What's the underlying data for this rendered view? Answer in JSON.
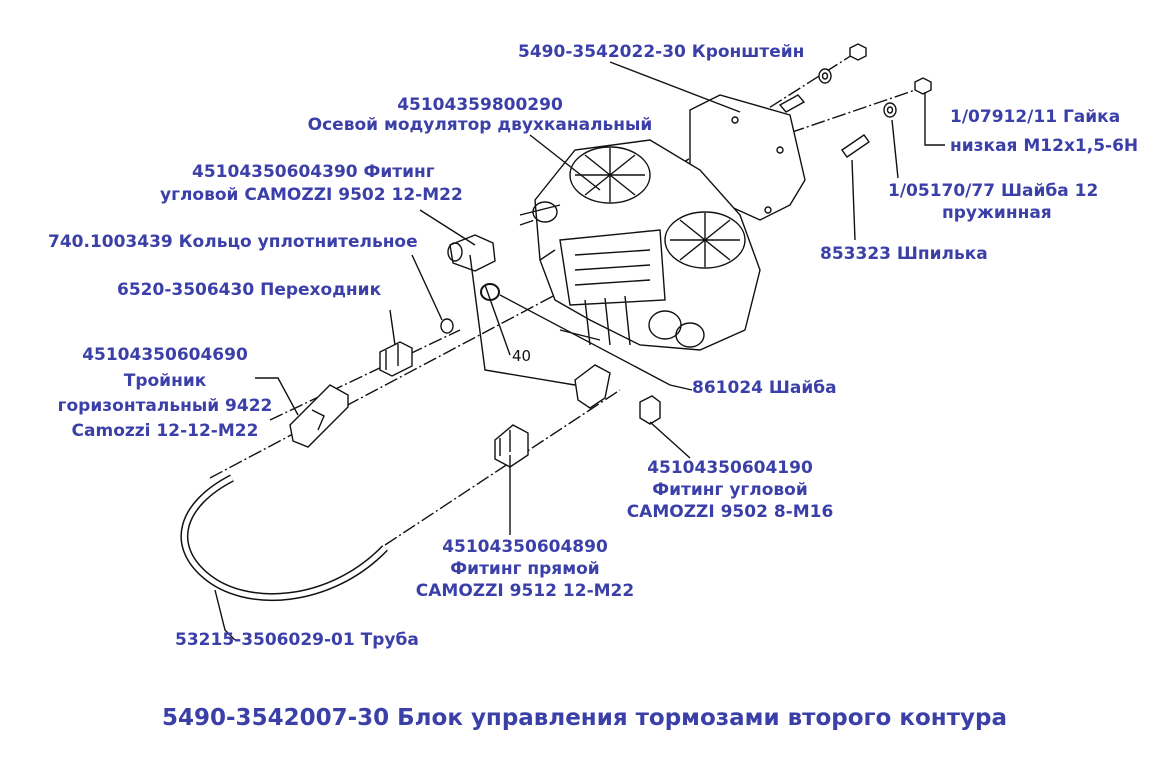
{
  "diagram": {
    "title": "5490-3542007-30  Блок управления тормозами второго контура",
    "callout_number": "40",
    "labels": {
      "bracket": "5490-3542022-30 Кронштейн",
      "modulator_code": "45104359800290",
      "modulator_name": "Осевой модулятор двухканальный",
      "fitting_angle_12_code_line": "45104350604390     Фитинг",
      "fitting_angle_12_line2": "угловой CAMOZZI 9502 12-M22",
      "ring": "740.1003439 Кольцо уплотнительное",
      "adapter": "6520-3506430 Переходник",
      "tee_code": "45104350604690",
      "tee_line2": "Тройник",
      "tee_line3": "горизонтальный 9422",
      "tee_line4": "Camozzi 12-12-M22",
      "nut_line1": "1/07912/11  Гайка",
      "nut_line2": "низкая M12x1,5-6H",
      "washer12_line1": "1/05170/77  Шайба 12",
      "washer12_line2": "пружинная",
      "stud": "853323 Шпилька",
      "washer": "861024     Шайба",
      "fitting_angle_8_code": "45104350604190",
      "fitting_angle_8_line2": "Фитинг угловой",
      "fitting_angle_8_line3": "CAMOZZI 9502 8-M16",
      "fitting_straight_code": "45104350604890",
      "fitting_straight_line2": "Фитинг прямой",
      "fitting_straight_line3": "CAMOZZI 9512 12-M22",
      "tube": "53215-3506029-01  Труба"
    }
  }
}
